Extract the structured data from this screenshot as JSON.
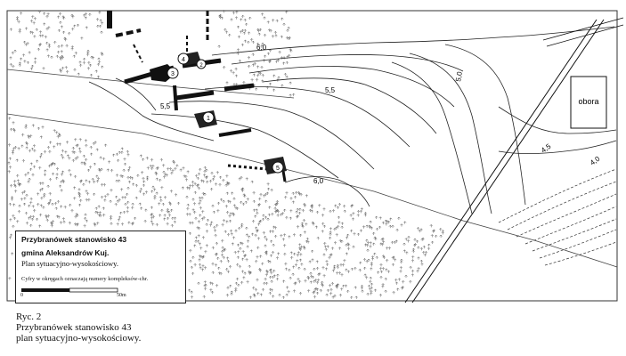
{
  "map": {
    "contour_labels": [
      "6,0",
      "5,5",
      "5,0",
      "5,5",
      "6,0",
      "4,5",
      "4,0"
    ],
    "building_label": "obora",
    "complex_numbers": [
      "4",
      "3",
      "1",
      "2",
      "5"
    ]
  },
  "legend": {
    "title": "Przybranówek stanowisko 43",
    "subtitle": "gmina Aleksandrów Kuj.",
    "description": "Plan sytuacyjno-wysokościowy.",
    "note": "Cyfry w okręgach oznaczają numery kompleksów-chr.",
    "scale_start": "0",
    "scale_end": "50m"
  },
  "caption": {
    "line1": "Ryc. 2",
    "line2": "Przybranówek stanowisko 43",
    "line3": "plan sytuacyjno-wysokościowy."
  }
}
